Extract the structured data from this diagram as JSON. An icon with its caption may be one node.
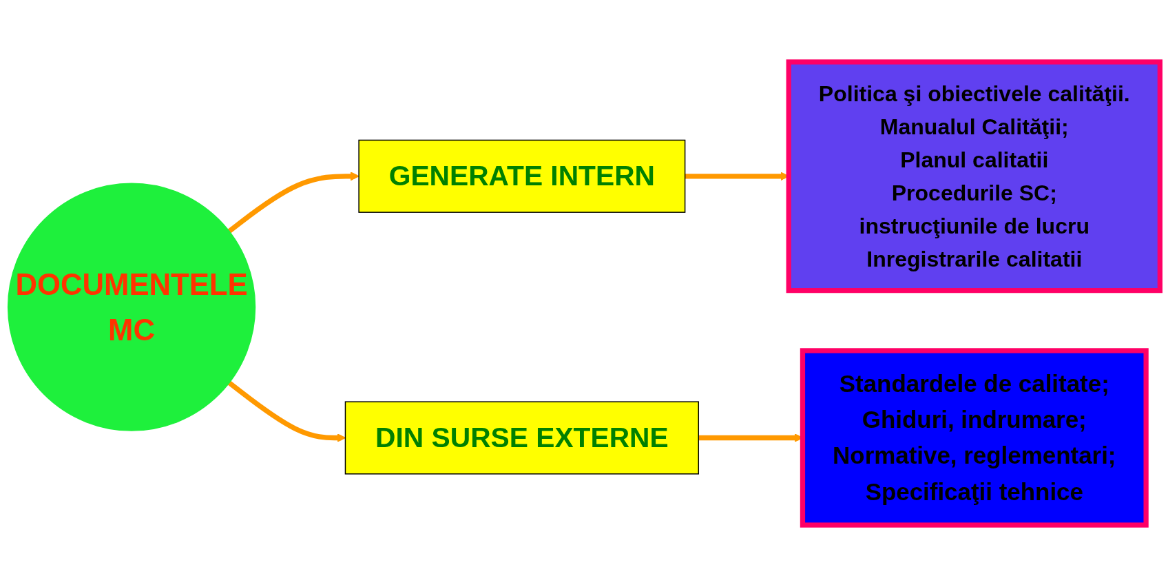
{
  "diagram": {
    "nodes": [
      {
        "text": [
          "DOCUMENTELE",
          "MC"
        ]
      },
      {
        "text": [
          "GENERATE INTERN"
        ]
      },
      {
        "text": [
          "Politica şi obiectivele calităţii.",
          "Manualul Calităţii;",
          "Planul calitatii",
          "Procedurile SC;",
          "instrucţiunile de lucru",
          "Inregistrarile calitatii"
        ]
      },
      {
        "text": [
          "DIN SURSE EXTERNE"
        ]
      },
      {
        "text": [
          "Standardele de calitate;",
          "Ghiduri, indrumare;",
          "Normative, reglementari;",
          "Specificaţii tehnice"
        ]
      }
    ],
    "edges": [
      {
        "from": 0,
        "to": 1,
        "arrow": "to"
      },
      {
        "from": 1,
        "to": 2,
        "arrow": "to"
      },
      {
        "from": 0,
        "to": 3,
        "arrow": "to"
      },
      {
        "from": 3,
        "to": 4,
        "arrow": "to"
      }
    ]
  }
}
